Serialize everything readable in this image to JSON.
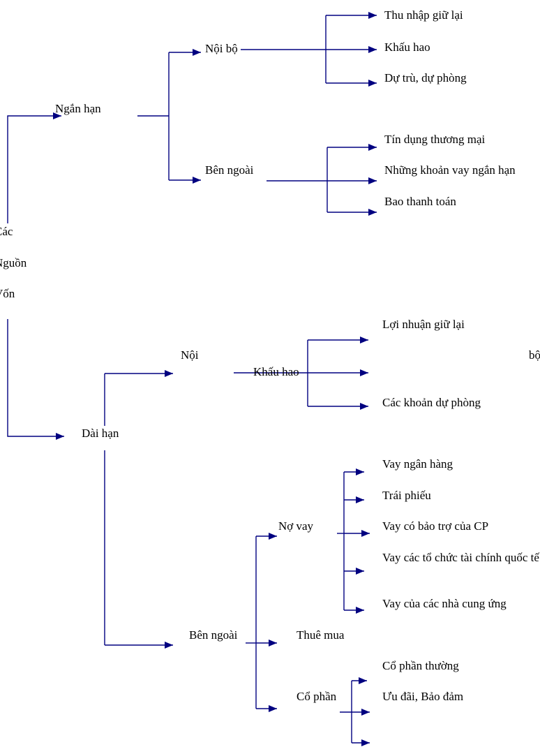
{
  "colors": {
    "line": "#000080",
    "text": "#000000",
    "background": "#ffffff"
  },
  "root": {
    "line1": "Các",
    "line2": "Nguồn",
    "line3": "Vốn"
  },
  "short_term": {
    "label": "Ngắn hạn",
    "internal": {
      "label": "Nội bộ",
      "items": [
        "Thu nhập giữ lại",
        "Khấu hao",
        "Dự trù, dự phòng"
      ]
    },
    "external": {
      "label": "Bên ngoài",
      "items": [
        "Tín dụng thương mại",
        "Những khoản vay ngắn hạn",
        "Bao thanh toán"
      ]
    }
  },
  "long_term": {
    "label": "Dài hạn",
    "internal": {
      "label_left": "Nội",
      "label_right": "bộ",
      "items": [
        "Lợi nhuận giữ lại",
        "Khấu hao",
        "Các khoản dự phòng"
      ]
    },
    "external": {
      "label": "Bên ngoài",
      "debt": {
        "label": "Nợ vay",
        "items": [
          "Vay ngân hàng",
          "Trái phiếu",
          "Vay có bảo trợ của CP",
          "Vay các tổ chức tài chính quốc tế",
          "Vay của các nhà cung ứng"
        ]
      },
      "lease": {
        "label": "Thuê mua"
      },
      "equity": {
        "label": "Cổ phần",
        "items": [
          "Cổ phần thường",
          "Ưu đãi,  Bảo đảm"
        ]
      }
    }
  }
}
